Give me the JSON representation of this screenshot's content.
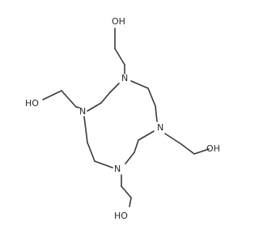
{
  "diagram": {
    "atom_labels": {
      "oh_top": "OH",
      "oh_left": "HO",
      "oh_right": "OH",
      "oh_bottom": "HO",
      "n_top": "N",
      "n_left": "N",
      "n_right": "N",
      "n_bottom": "N"
    },
    "colors": {
      "bond": "#3a3a3a",
      "text": "#2a2a2a",
      "background": "#ffffff"
    }
  }
}
